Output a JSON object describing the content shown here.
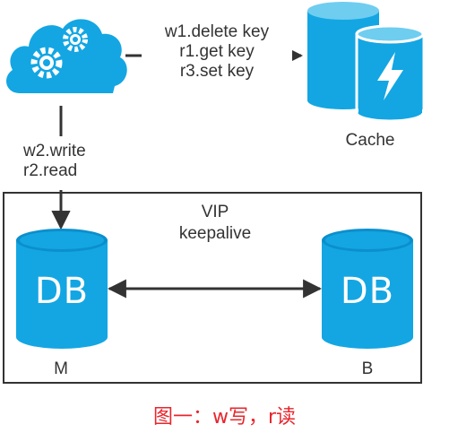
{
  "diagram": {
    "cache_ops": [
      "w1.delete key",
      "r1.get key",
      "r3.set key"
    ],
    "db_ops": [
      "w2.write",
      "r2.read"
    ],
    "cache_label": "Cache",
    "vip_label": "VIP",
    "keepalive_label": "keepalive",
    "db_text": "DB",
    "master_label": "M",
    "backup_label": "B",
    "caption": "图一：w写，r读"
  },
  "colors": {
    "accent": "#13a6e3",
    "accent_dark": "#0b8fcc",
    "line": "#333333",
    "caption": "#e8262d"
  }
}
